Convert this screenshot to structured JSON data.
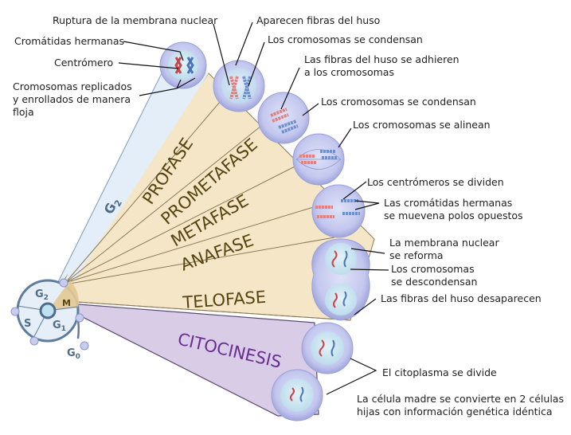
{
  "title": "Fases de la mitosis y citocinesis",
  "cycle": {
    "labels": {
      "g2": "G",
      "g2_sub": "2",
      "s": "S",
      "g1": "G",
      "g1_sub": "1",
      "g0": "G",
      "g0_sub": "0",
      "m": "M"
    },
    "wedge_label": {
      "text": "G",
      "sub": "2"
    }
  },
  "phases": [
    {
      "id": "profase",
      "label": "PROFASE"
    },
    {
      "id": "prometafase",
      "label": "PROMETAFASE"
    },
    {
      "id": "metafase",
      "label": "METAFASE"
    },
    {
      "id": "anafase",
      "label": "ANAFASE"
    },
    {
      "id": "telofase",
      "label": "TELOFASE"
    },
    {
      "id": "citocinesis",
      "label": "CITOCINESIS"
    }
  ],
  "annotations": {
    "g2": [
      "Cromátidas hermanas",
      "Centrómero",
      "Cromosomas replicados",
      "y enrollados de manera",
      "floja"
    ],
    "profase": [
      "Ruptura de la membrana nuclear",
      "Aparecen fibras del huso",
      "Los cromosomas se condensan"
    ],
    "prometafase": [
      "Las fibras del huso se adhieren",
      "a los cromosomas",
      "Los cromosomas se condensan"
    ],
    "metafase": [
      "Los cromosomas se alinean"
    ],
    "anafase": [
      "Los centrómeros se dividen",
      "Las cromátidas hermanas",
      "se muevena polos opuestos"
    ],
    "telofase": [
      "La membrana nuclear",
      "se reforma",
      "Los cromosomas",
      "se descondensan",
      "Las fibras del huso desaparecen"
    ],
    "citocinesis": [
      "El citoplasma se divide",
      "La célula madre se convierte en 2 células",
      "hijas con información genética idéntica"
    ]
  },
  "colors": {
    "g2_wedge": "#e4eef8",
    "mitosis_wedge": "#f5e6c8",
    "citocinesis_wedge": "#d9cce6",
    "phase_text": "#574410",
    "citocinesis_text": "#6a2d94",
    "cell_outer": "#b7bde8",
    "cell_inner": "#cfe6f2",
    "chrom_red": "#c9444a",
    "chrom_blue": "#4a73b8"
  }
}
